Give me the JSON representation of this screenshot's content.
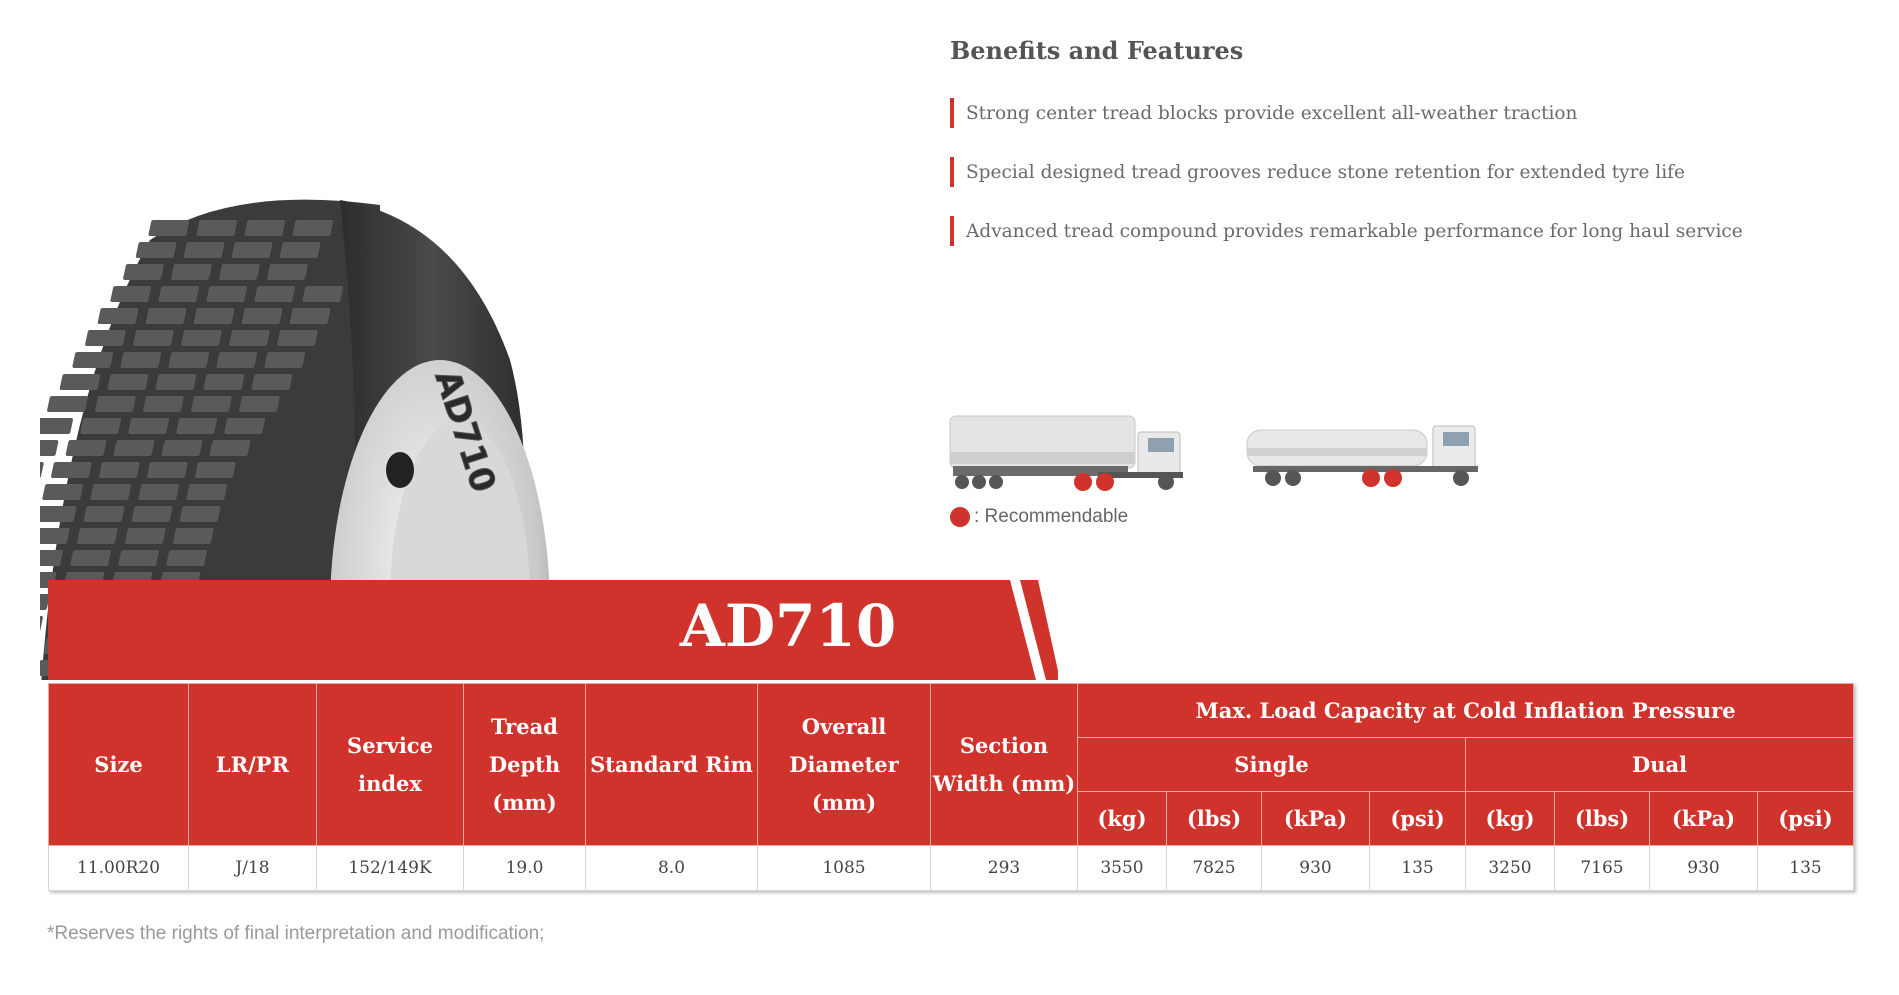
{
  "features": {
    "title": "Benefits and Features",
    "items": [
      "Strong center tread blocks provide excellent all-weather traction",
      "Special designed tread grooves reduce stone retention for extended tyre life",
      "Advanced tread compound provides remarkable performance for long haul service"
    ]
  },
  "legend": {
    "recommend_label": ": Recommendable"
  },
  "tyre": {
    "model_text": "AD710"
  },
  "banner": {
    "title": "AD710"
  },
  "colors": {
    "accent": "#d0332c",
    "text_gray": "#6a6a6a",
    "tyre_dark": "#3a3a3a"
  },
  "table": {
    "headers": {
      "size": "Size",
      "lrpr": "LR/PR",
      "service_index": "Service index",
      "tread_depth": "Tread Depth (mm)",
      "standard_rim": "Standard Rim",
      "overall_diameter": "Overall Diameter (mm)",
      "section_width": "Section Width (mm)",
      "max_load": "Max. Load Capacity at Cold Inflation Pressure",
      "single": "Single",
      "dual": "Dual",
      "units": [
        "(kg)",
        "(lbs)",
        "(kPa)",
        "(psi)",
        "(kg)",
        "(lbs)",
        "(kPa)",
        "(psi)"
      ]
    },
    "row": {
      "size": "11.00R20",
      "lrpr": "J/18",
      "service_index": "152/149K",
      "tread_depth": "19.0",
      "standard_rim": "8.0",
      "overall_diameter": "1085",
      "section_width": "293",
      "single_kg": "3550",
      "single_lbs": "7825",
      "single_kpa": "930",
      "single_psi": "135",
      "dual_kg": "3250",
      "dual_lbs": "7165",
      "dual_kpa": "930",
      "dual_psi": "135"
    }
  },
  "footnote": "*Reserves the rights of final interpretation and modification;"
}
